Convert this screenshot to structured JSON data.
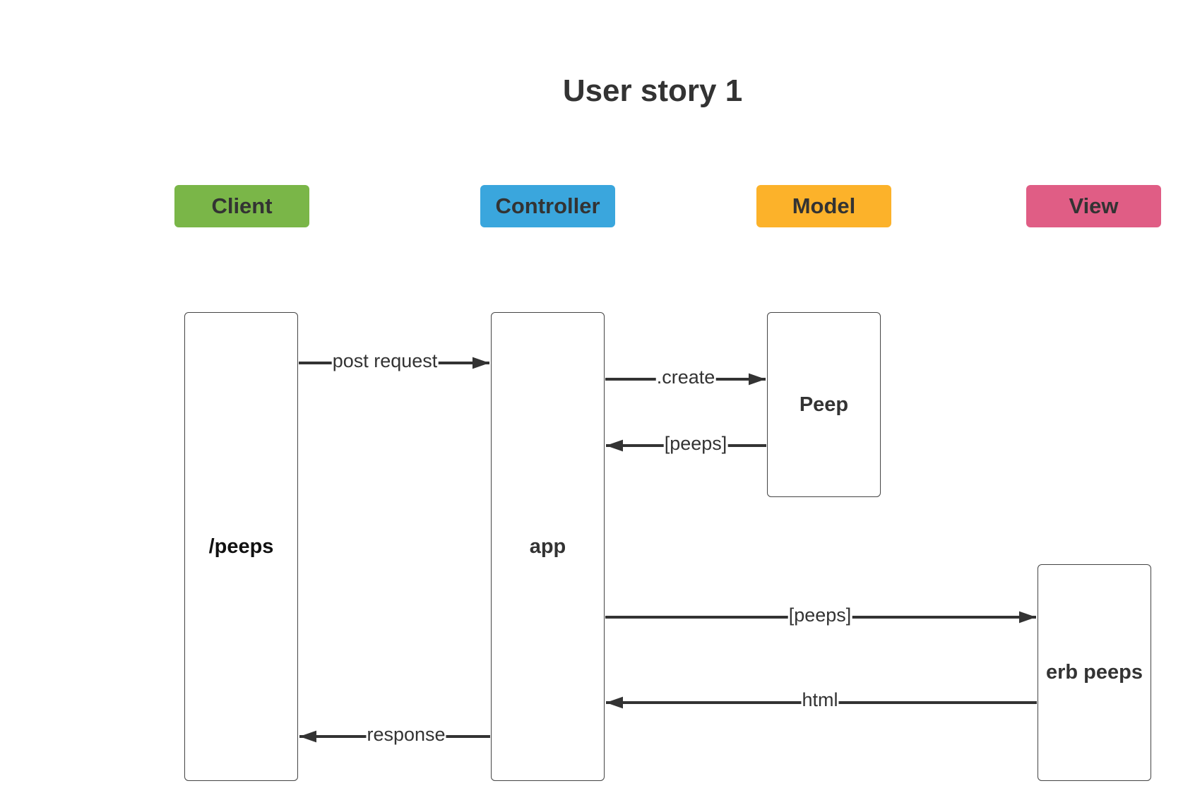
{
  "title": "User story 1",
  "lanes": [
    {
      "label": "Client",
      "color": "#7ab648"
    },
    {
      "label": "Controller",
      "color": "#3aa6dd"
    },
    {
      "label": "Model",
      "color": "#fcb22a"
    },
    {
      "label": "View",
      "color": "#e05d85"
    }
  ],
  "boxes": {
    "client": "/peeps",
    "controller": "app",
    "model": "Peep",
    "view": "erb peeps"
  },
  "messages": [
    {
      "label": "post request",
      "from": "Client",
      "to": "Controller"
    },
    {
      "label": ".create",
      "from": "Controller",
      "to": "Model"
    },
    {
      "label": "[peeps]",
      "from": "Model",
      "to": "Controller"
    },
    {
      "label": "[peeps]",
      "from": "Controller",
      "to": "View"
    },
    {
      "label": "html",
      "from": "View",
      "to": "Controller"
    },
    {
      "label": "response",
      "from": "Controller",
      "to": "Client"
    }
  ],
  "colors": {
    "line": "#333333",
    "box_border": "#444444"
  }
}
